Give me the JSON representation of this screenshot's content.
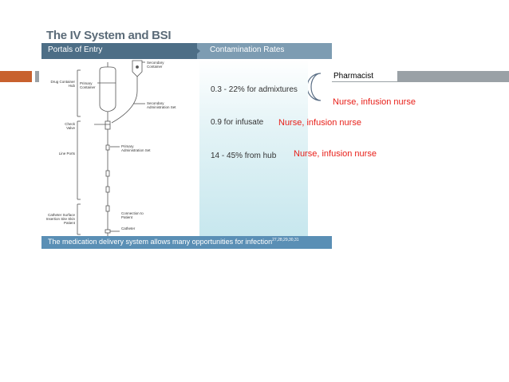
{
  "slide": {
    "colors": {
      "accent": "#c8612e",
      "gray_bar": "#9aa1a6",
      "annotation_red": "#e8201a"
    }
  },
  "figure": {
    "title": "The IV System and BSI",
    "header_left": "Portals of Entry",
    "header_right": "Contamination Rates",
    "rates": [
      "0.3 - 22% for admixtures",
      "0.9 for infusate",
      "14 - 45% from hub"
    ],
    "footer": "The medication delivery system allows many opportunities for infection",
    "footer_refs": "27,28,29,30,31",
    "diagram_labels": {
      "drug_container_hub": "Drug Container Hub",
      "primary_container": "Primary Container",
      "secondary_container": "Secondary Container",
      "secondary_admin_set": "Secondary Administration Set",
      "check_valve": "Check Valve",
      "line_ports": "Line Ports",
      "primary_admin_set": "Primary Administration Set",
      "catheter_surface": "Catheter Surface Insertion Site Skin Patient",
      "connection_to_patient": "Connection to Patient",
      "catheter": "Catheter"
    }
  },
  "annotations": {
    "pharmacist": "Pharmacist",
    "nurse_1": "Nurse, infusion nurse",
    "nurse_2": "Nurse, infusion nurse",
    "nurse_3": "Nurse, infusion nurse"
  }
}
